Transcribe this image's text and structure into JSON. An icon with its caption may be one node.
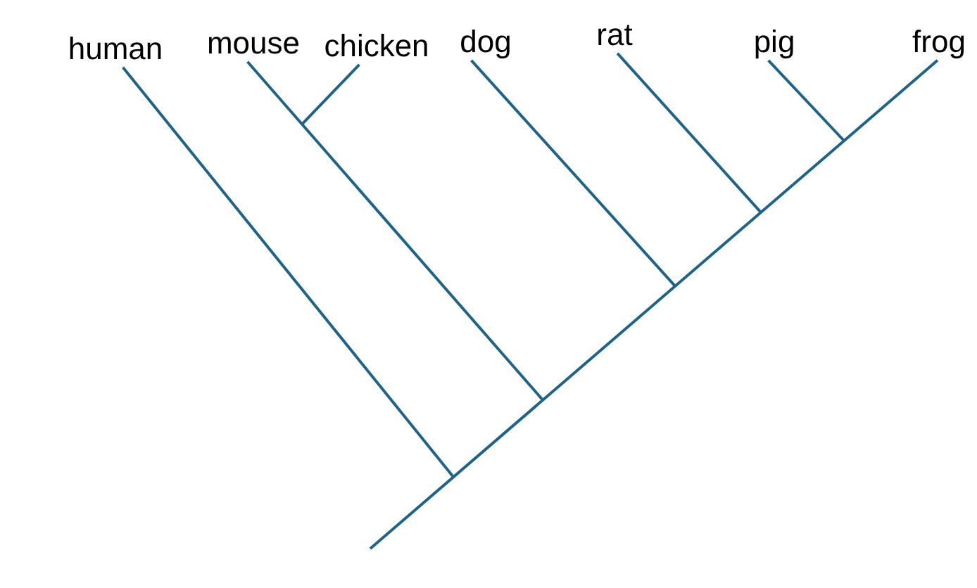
{
  "diagram": {
    "nodes": [
      {
        "text": [
          "human"
        ]
      },
      {
        "text": [
          "mouse"
        ]
      },
      {
        "text": [
          "chicken"
        ]
      },
      {
        "text": [
          "dog"
        ]
      },
      {
        "text": [
          "rat"
        ]
      },
      {
        "text": [
          "pig"
        ]
      },
      {
        "text": [
          "frog"
        ]
      }
    ],
    "edges": [
      {
        "from": null,
        "to": 6,
        "arrow": "none"
      },
      {
        "from": 0,
        "to": null,
        "arrow": "none"
      },
      {
        "from": 1,
        "to": null,
        "arrow": "none"
      },
      {
        "from": 2,
        "to": null,
        "arrow": "none"
      },
      {
        "from": 3,
        "to": null,
        "arrow": "none"
      },
      {
        "from": 4,
        "to": null,
        "arrow": "none"
      },
      {
        "from": 5,
        "to": null,
        "arrow": "none"
      }
    ]
  }
}
